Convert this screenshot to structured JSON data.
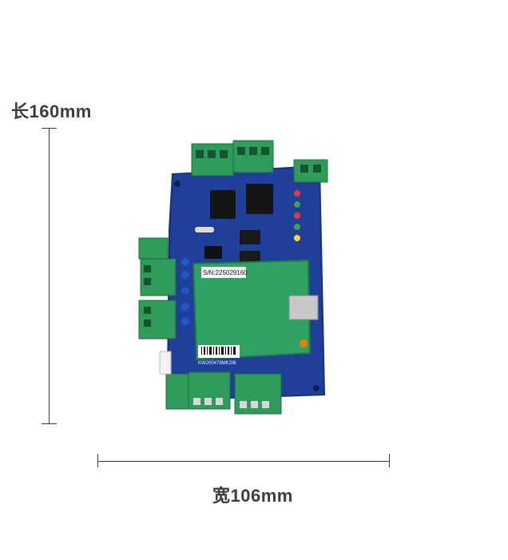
{
  "dimensions": {
    "length_label": "长160mm",
    "width_label": "宽106mm"
  },
  "board": {
    "serial_label": "S/N:225029160",
    "barcode_text": "KW200479MK2IB"
  },
  "colors": {
    "pcb_blue": "#1f3f9a",
    "daughter_green": "#2fa163",
    "terminal_green": "#2e9b5a",
    "text_gray": "#3d3d3d"
  }
}
